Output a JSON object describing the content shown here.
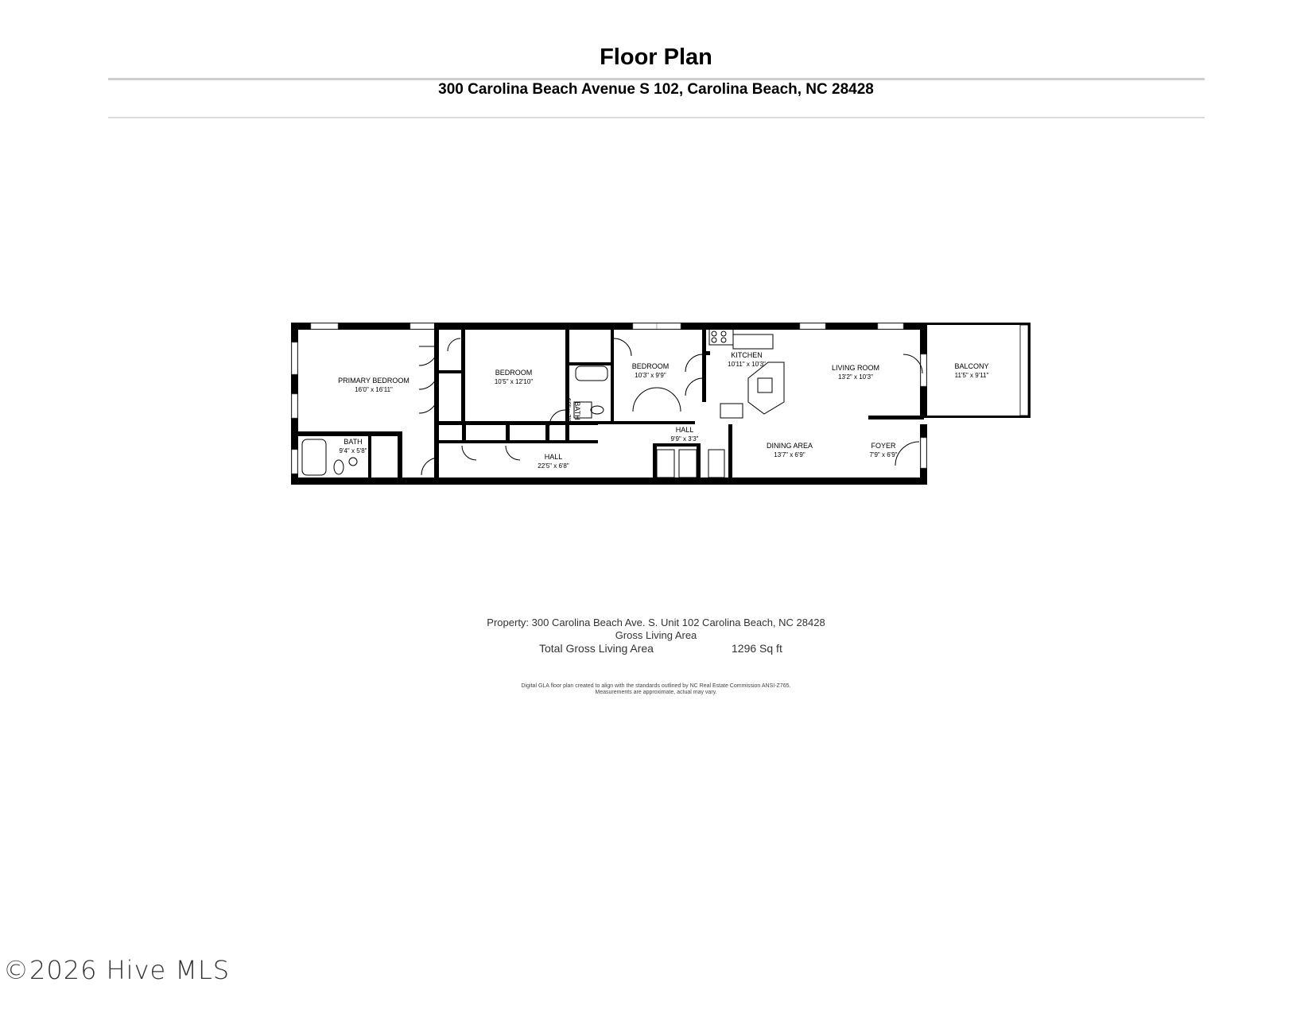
{
  "header": {
    "title": "Floor Plan",
    "address": "300 Carolina Beach Avenue S 102, Carolina Beach, NC 28428"
  },
  "rooms": [
    {
      "name": "PRIMARY BEDROOM",
      "dims": "16'0\" x 16'11\""
    },
    {
      "name": "BEDROOM",
      "dims": "10'5\" x 12'10\""
    },
    {
      "name": "BEDROOM",
      "dims": "10'3\" x 9'9\""
    },
    {
      "name": "KITCHEN",
      "dims": "10'11\" x 10'3\""
    },
    {
      "name": "LIVING ROOM",
      "dims": "13'2\" x 10'3\""
    },
    {
      "name": "BALCONY",
      "dims": "11'5\" x 9'11\""
    },
    {
      "name": "BATH",
      "dims": "9'4\" x 5'8\""
    },
    {
      "name": "BATH",
      "dims": "4'0\" x 7'0\""
    },
    {
      "name": "HALL",
      "dims": "22'5\" x 6'8\""
    },
    {
      "name": "HALL",
      "dims": "9'9\" x 3'3\""
    },
    {
      "name": "DINING AREA",
      "dims": "13'7\" x 6'9\""
    },
    {
      "name": "FOYER",
      "dims": "7'9\" x 6'9\""
    }
  ],
  "summary": {
    "property_line": "Property: 300 Carolina Beach Ave. S. Unit 102 Carolina Beach, NC 28428",
    "gla_heading": "Gross Living Area",
    "total_label": "Total Gross Living Area",
    "total_value": "1296 Sq ft"
  },
  "disclaimer": {
    "line1": "Digital GLA floor plan created to align with the standards outlined by NC Real Estate Commission ANSI-Z765.",
    "line2": "Measurements are approximate, actual may vary."
  },
  "watermark": "©2026 Hive MLS"
}
